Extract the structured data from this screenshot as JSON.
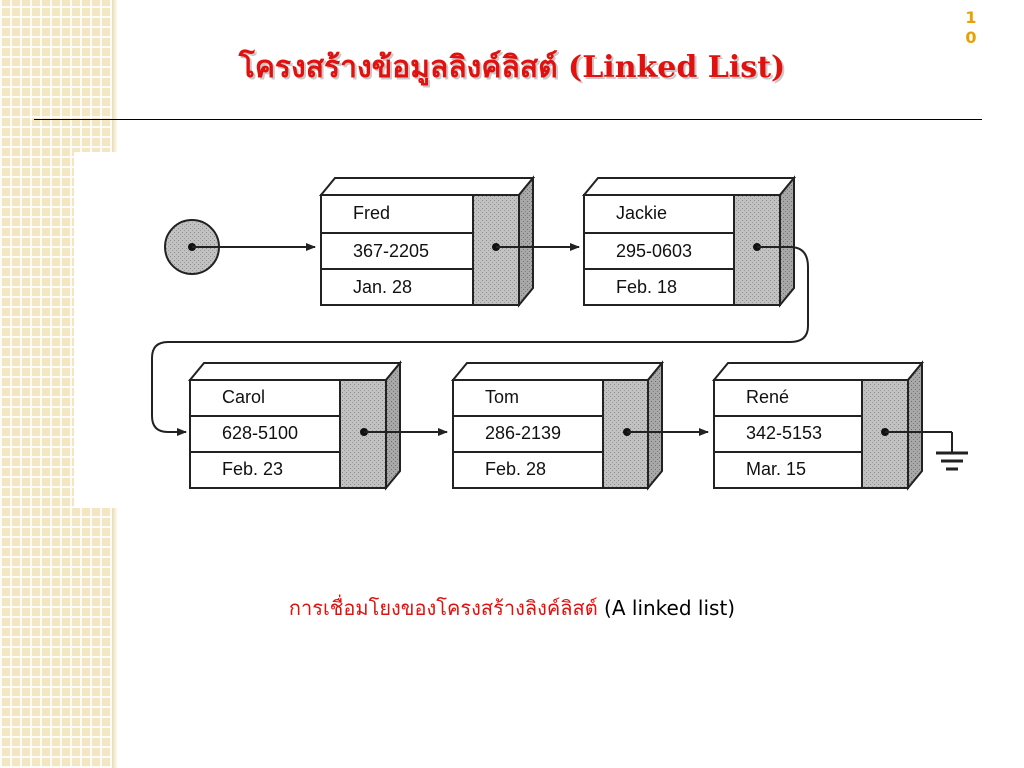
{
  "slide": {
    "title": "โครงสร้างข้อมูลลิงค์ลิสต์ (Linked List)",
    "page_number": "10"
  },
  "figure": {
    "nodes": [
      {
        "name": "Fred",
        "phone": "367-2205",
        "date": "Jan. 28"
      },
      {
        "name": "Jackie",
        "phone": "295-0603",
        "date": "Feb. 18"
      },
      {
        "name": "Carol",
        "phone": "628-5100",
        "date": "Feb. 23"
      },
      {
        "name": "Tom",
        "phone": "286-2139",
        "date": "Feb. 28"
      },
      {
        "name": "René",
        "phone": "342-5153",
        "date": "Mar. 15"
      }
    ]
  },
  "caption": {
    "thai": "การเชื่อมโยงของโครงสร้างลิงค์ลิสต์",
    "english": "(A linked list)"
  },
  "colors": {
    "title": "#e0110f",
    "page_number": "#e8a100",
    "sidebar": "#f3e7c3",
    "pointer_cell": "#b9b9b9"
  }
}
